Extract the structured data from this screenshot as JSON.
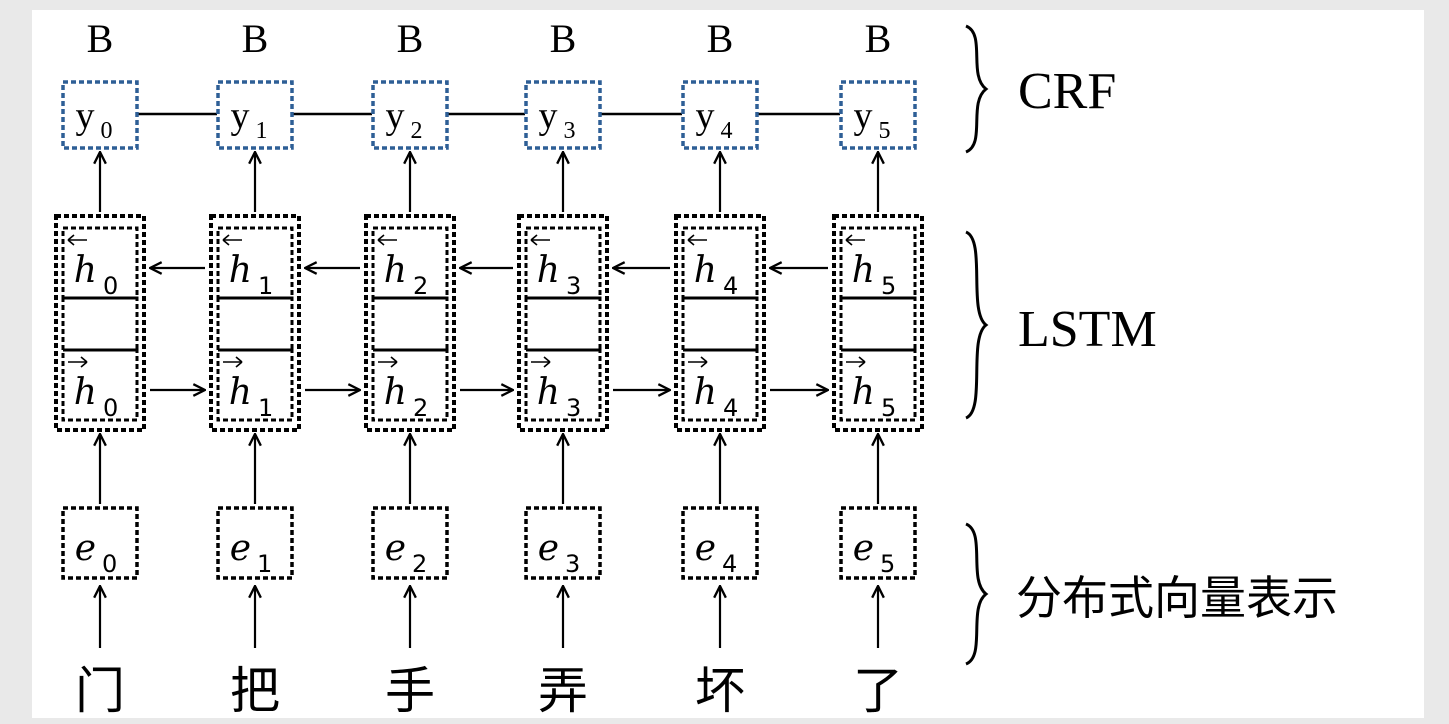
{
  "tags": [
    "B",
    "B",
    "B",
    "B",
    "B",
    "B"
  ],
  "labels": {
    "y": "y",
    "h": "h",
    "e": "e",
    "subscripts": [
      "0",
      "1",
      "2",
      "3",
      "4",
      "5"
    ]
  },
  "words": [
    "门",
    "把",
    "手",
    "弄",
    "坏",
    "了"
  ],
  "layers": {
    "crf": "CRF",
    "lstm": "LSTM",
    "embedding": "分布式向量表示"
  },
  "colors": {
    "crf_box": "#2e5f96",
    "box": "#000000",
    "background": "#ffffff"
  }
}
